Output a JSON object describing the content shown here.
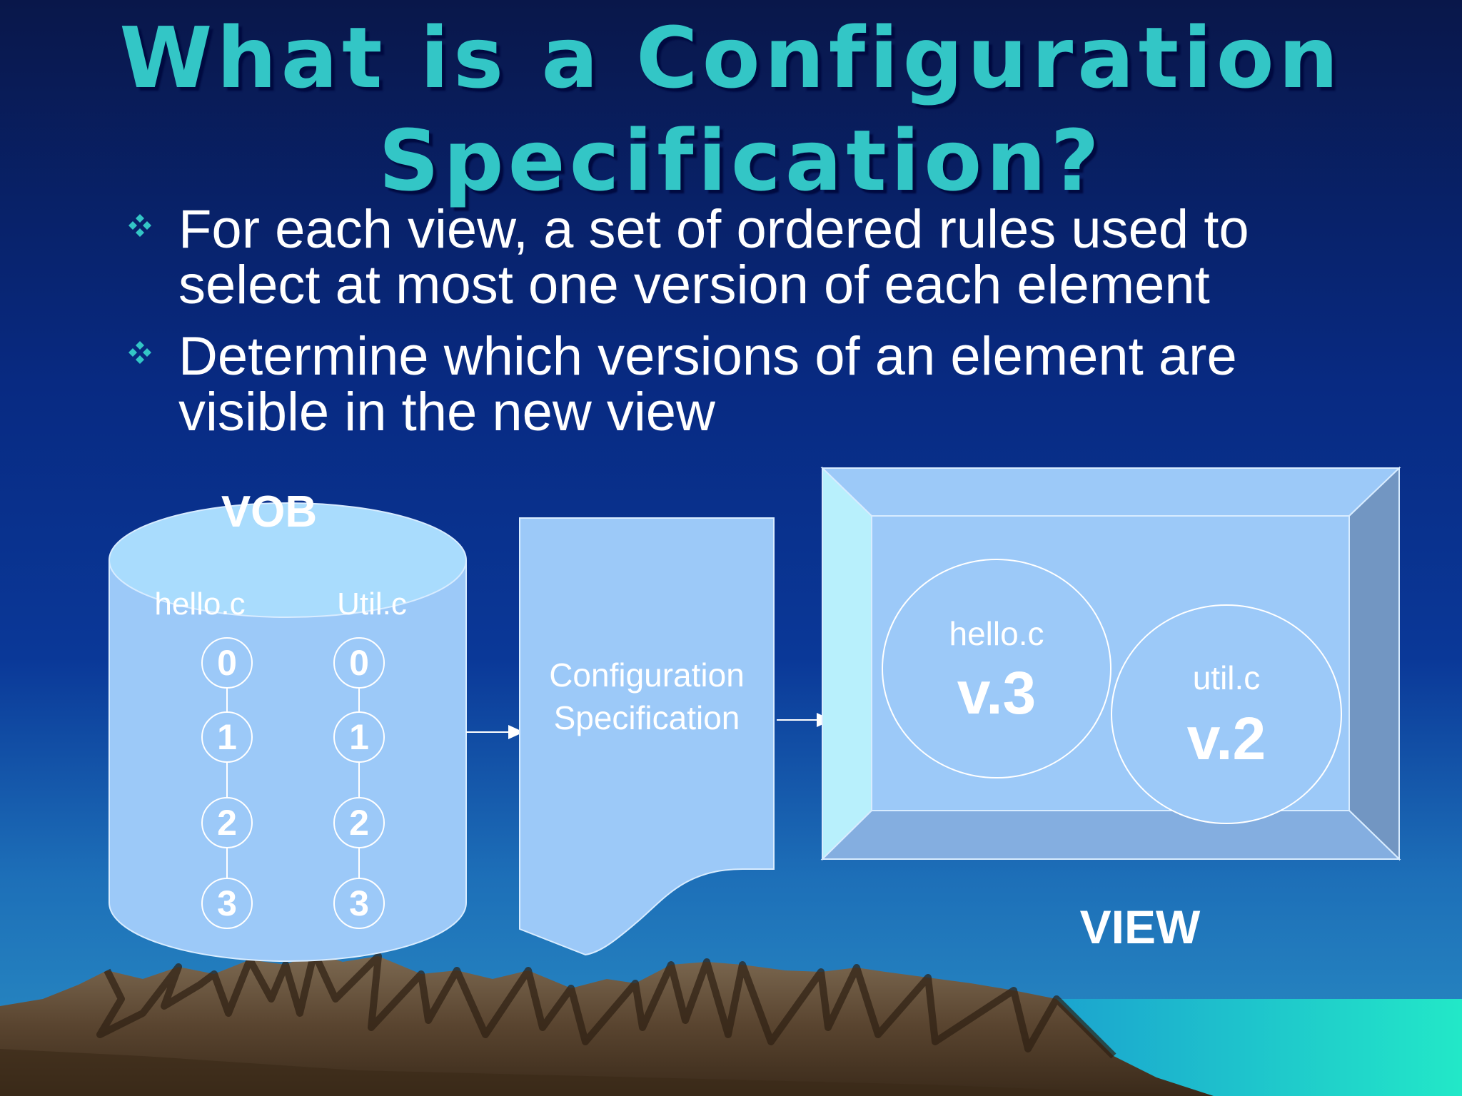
{
  "slide": {
    "title_line1": "What is a Configuration",
    "title_line2": "Specification?",
    "bullets": [
      {
        "line1": "For each view, a set of ordered rules used to",
        "line2": "select at most one version of each element"
      },
      {
        "line1": "Determine which versions of an element are",
        "line2": "visible in the new view"
      }
    ]
  },
  "diagram": {
    "vob": {
      "label": "VOB",
      "elements": [
        {
          "name": "hello.c",
          "versions": [
            "0",
            "1",
            "2",
            "3"
          ]
        },
        {
          "name": "Util.c",
          "versions": [
            "0",
            "1",
            "2",
            "3"
          ]
        }
      ]
    },
    "config_spec": {
      "line1": "Configuration",
      "line2": "Specification"
    },
    "view": {
      "label": "VIEW",
      "selected": [
        {
          "name": "hello.c",
          "version": "v.3"
        },
        {
          "name": "util.c",
          "version": "v.2"
        }
      ]
    }
  },
  "colors": {
    "title": "#33c6c6",
    "shape_fill": "#9cc9f8",
    "bullet_mark": "#33c6c6",
    "text": "#ffffff"
  }
}
